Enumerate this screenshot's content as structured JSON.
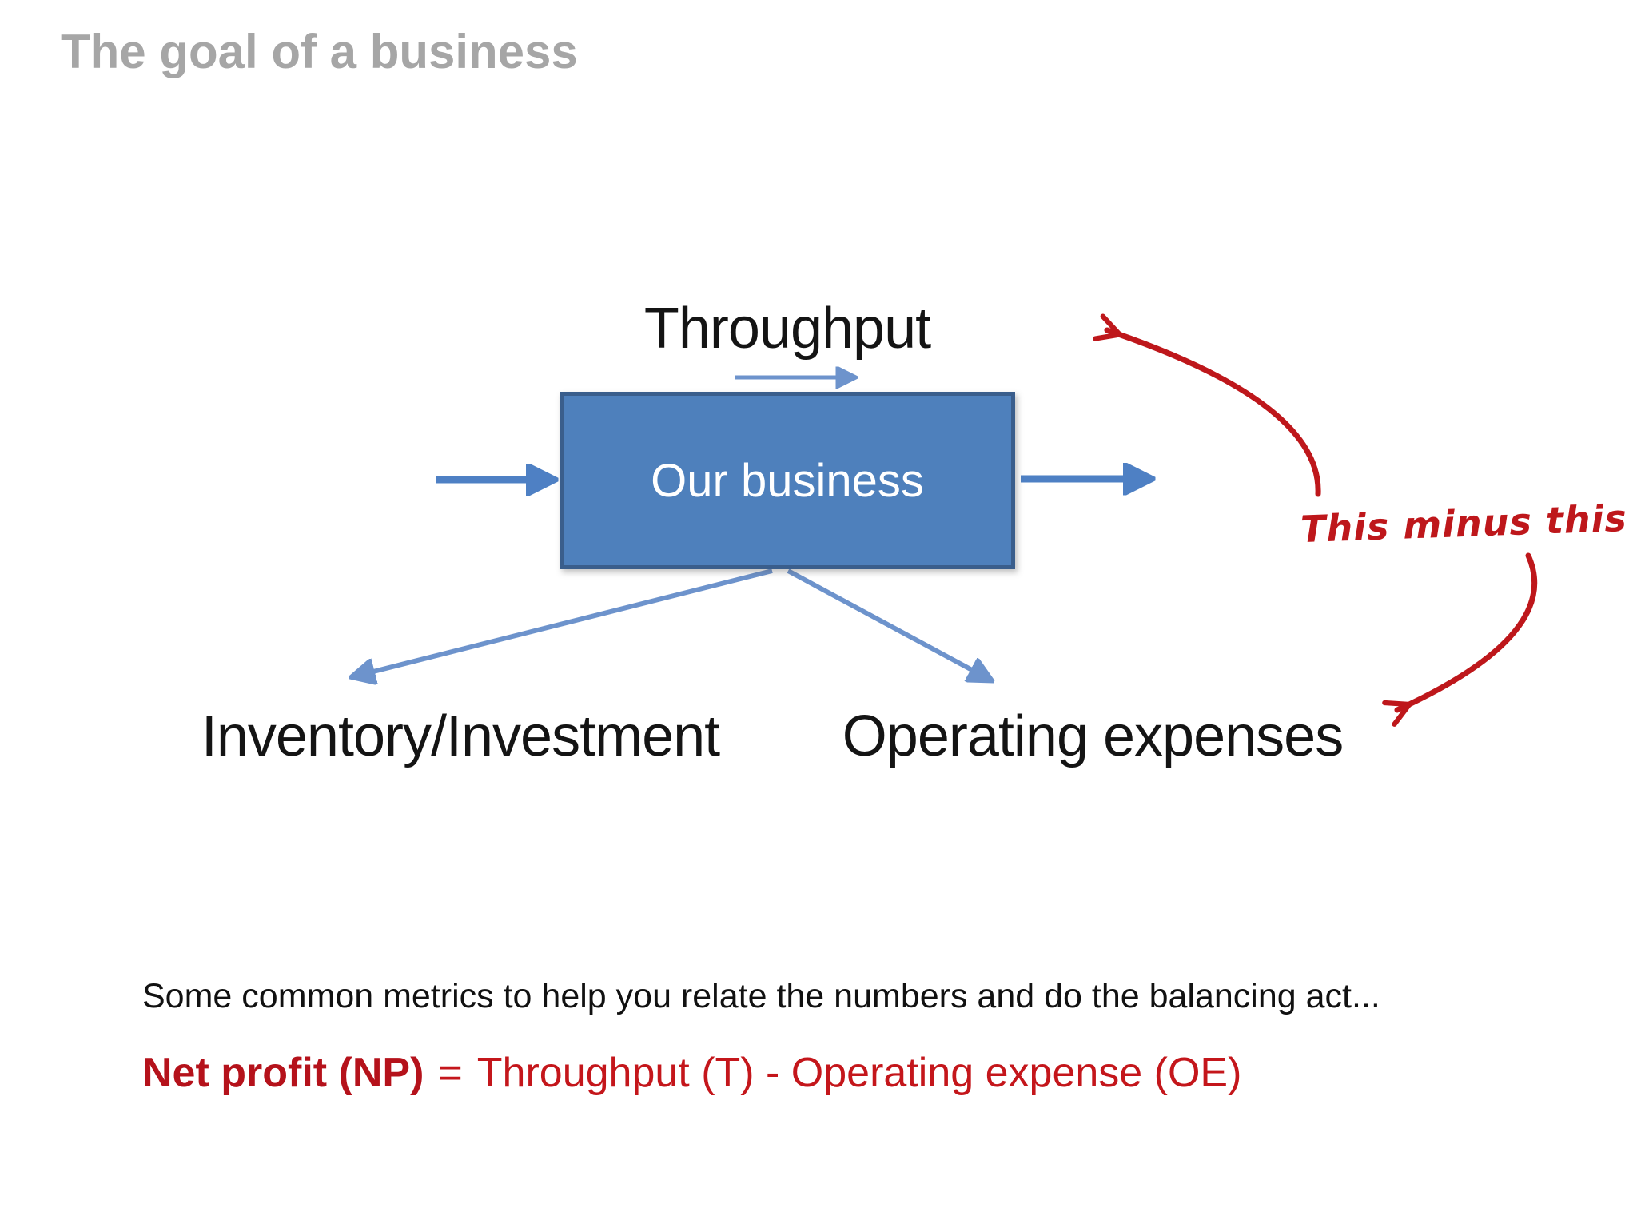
{
  "slide": {
    "title": "The goal of a business",
    "diagram": {
      "throughput_label": "Throughput",
      "box_label": "Our business",
      "inventory_label": "Inventory/Investment",
      "operating_label": "Operating expenses",
      "annotation_label": "This minus this"
    },
    "notes": {
      "metrics_line": "Some common metrics to help you relate the numbers and do the balancing act...",
      "formula": {
        "lhs_bold": "Net profit (NP)",
        "equals": "=",
        "rhs": "Throughput (T) - Operating expense (OE)"
      }
    },
    "colors": {
      "title_gray": "#A6A6A6",
      "box_fill": "#4E80BC",
      "box_border": "#3A5E8C",
      "arrow_blue": "#4E80C4",
      "arrow_blue_light": "#6D93CC",
      "annotation_red": "#BE171B",
      "formula_dark_red": "#B5121B",
      "formula_red": "#C4161B",
      "label_black": "#141414"
    }
  }
}
